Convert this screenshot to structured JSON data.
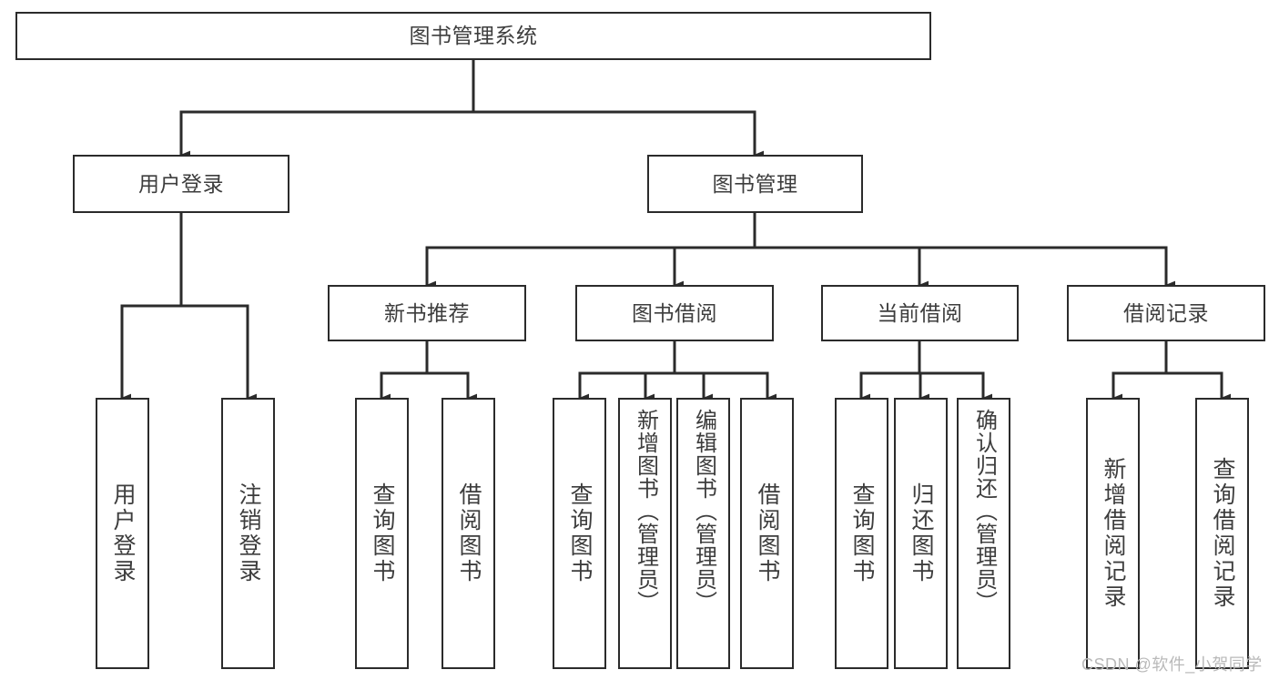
{
  "diagram": {
    "type": "tree-hierarchy",
    "title": "图书管理系统",
    "orientation": "top-down",
    "colors": {
      "background": "#ffffff",
      "box_border": "#2b2b2b",
      "box_fill": "#ffffff",
      "text": "#3d3d3d",
      "connector": "#2b2b2b",
      "watermark": "#b9b9b9"
    },
    "nodes": {
      "root": {
        "label": "图书管理系统"
      },
      "level2": [
        {
          "id": "user-login",
          "label": "用户登录"
        },
        {
          "id": "book-management",
          "label": "图书管理"
        }
      ],
      "level3": [
        {
          "id": "new-book-recommend",
          "label": "新书推荐"
        },
        {
          "id": "book-borrow",
          "label": "图书借阅"
        },
        {
          "id": "current-borrow",
          "label": "当前借阅"
        },
        {
          "id": "borrow-record",
          "label": "借阅记录"
        }
      ],
      "leaves": {
        "user-login": [
          {
            "id": "leaf-user-login",
            "label": "用户登录"
          },
          {
            "id": "leaf-logout-login",
            "label": "注销登录"
          }
        ],
        "new-book-recommend": [
          {
            "id": "leaf-query-book-1",
            "label": "查询图书"
          },
          {
            "id": "leaf-borrow-book-1",
            "label": "借阅图书"
          }
        ],
        "book-borrow": [
          {
            "id": "leaf-query-book-2",
            "label": "查询图书"
          },
          {
            "id": "leaf-add-book-admin",
            "label": "新增图书（管理员）"
          },
          {
            "id": "leaf-edit-book-admin",
            "label": "编辑图书（管理员）"
          },
          {
            "id": "leaf-borrow-book-2",
            "label": "借阅图书"
          }
        ],
        "current-borrow": [
          {
            "id": "leaf-query-book-3",
            "label": "查询图书"
          },
          {
            "id": "leaf-return-book",
            "label": "归还图书"
          },
          {
            "id": "leaf-confirm-return-admin",
            "label": "确认归还（管理员）"
          }
        ],
        "borrow-record": [
          {
            "id": "leaf-add-borrow-record",
            "label": "新增借阅记录"
          },
          {
            "id": "leaf-query-borrow-record",
            "label": "查询借阅记录"
          }
        ]
      }
    },
    "watermark": "CSDN @软件_小贺同学"
  }
}
